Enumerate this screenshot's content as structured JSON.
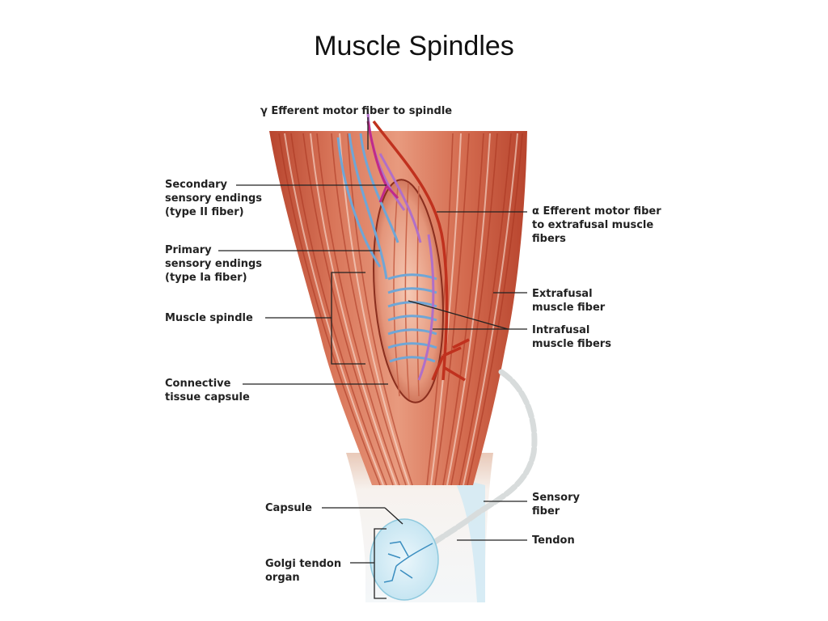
{
  "slide": {
    "title": "Muscle Spindles"
  },
  "labels": {
    "gamma_efferent": [
      "γ Efferent motor fiber to spindle"
    ],
    "secondary_endings": [
      "Secondary",
      "sensory endings",
      "(type II fiber)"
    ],
    "primary_endings": [
      "Primary",
      "sensory endings",
      "(type Ia fiber)"
    ],
    "muscle_spindle": [
      "Muscle spindle"
    ],
    "connective_capsule": [
      "Connective",
      "tissue capsule"
    ],
    "alpha_efferent": [
      "α Efferent motor fiber",
      "to extrafusal muscle",
      "fibers"
    ],
    "extrafusal": [
      "Extrafusal",
      "muscle fiber"
    ],
    "intrafusal": [
      "Intrafusal",
      "muscle fibers"
    ],
    "capsule": [
      "Capsule"
    ],
    "golgi": [
      "Golgi tendon",
      "organ"
    ],
    "sensory_fiber": [
      "Sensory",
      "fiber"
    ],
    "tendon": [
      "Tendon"
    ]
  },
  "colors": {
    "muscle": "#c8553a",
    "muscle_light": "#f0b49a",
    "tendon": "#f4f6f8",
    "sensory_nerve": "#6fa6d6",
    "gamma_nerve": "#b06fc8",
    "alpha_nerve": "#c0311e"
  }
}
